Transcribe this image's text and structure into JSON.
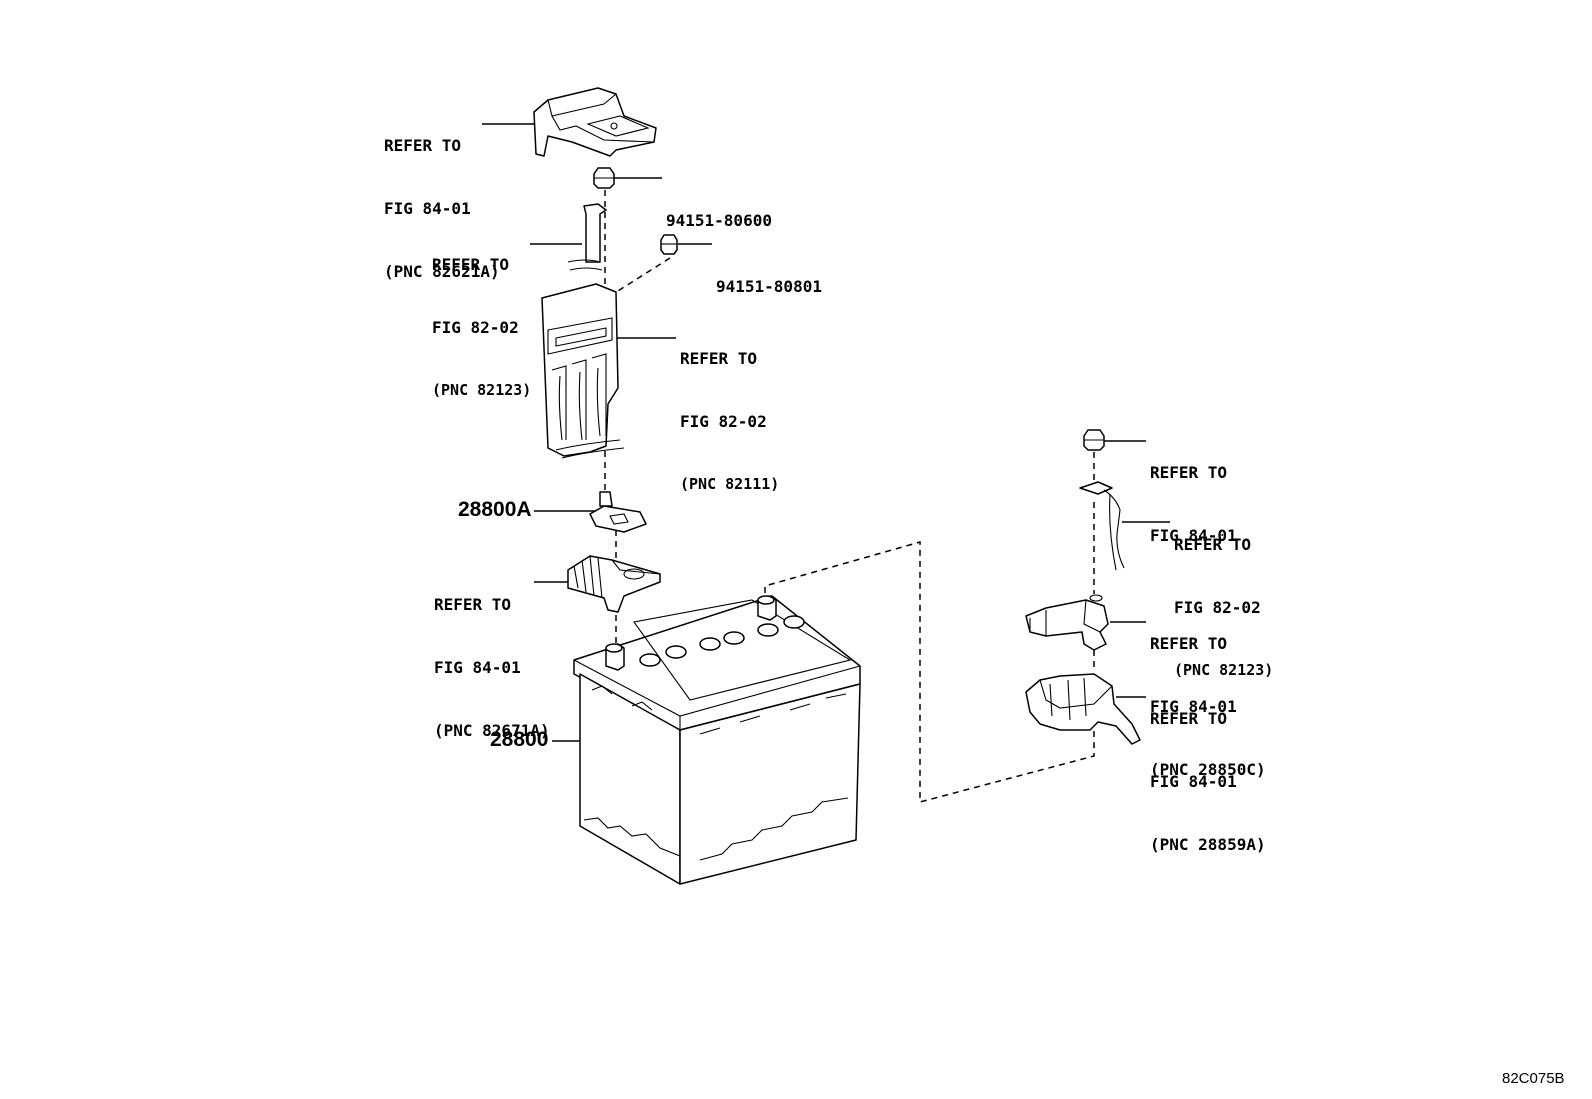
{
  "diagram_code": "82C075B",
  "callouts": {
    "cover_top": [
      "REFER TO",
      "FIG 84-01",
      "(PNC 82621A)"
    ],
    "nut_1": "94151-80600",
    "wire_82123_left": [
      "REFER TO",
      "FIG 82-02",
      "(PNC 82123)"
    ],
    "nut_2": "94151-80801",
    "fuse_block": [
      "REFER TO",
      "FIG 82-02",
      "(PNC 82111)"
    ],
    "terminal": "28800A",
    "clamp_82671a": [
      "REFER TO",
      "FIG 84-01",
      "(PNC 82671A)"
    ],
    "battery": "28800",
    "nut_right": [
      "REFER TO",
      "FIG 84-01"
    ],
    "wire_82123_right": [
      "REFER TO",
      "FIG 82-02",
      "(PNC 82123)"
    ],
    "sensor_28850c": [
      "REFER TO",
      "FIG 84-01",
      "(PNC 28850C)"
    ],
    "bracket_28859a": [
      "REFER TO",
      "FIG 84-01",
      "(PNC 28859A)"
    ]
  }
}
